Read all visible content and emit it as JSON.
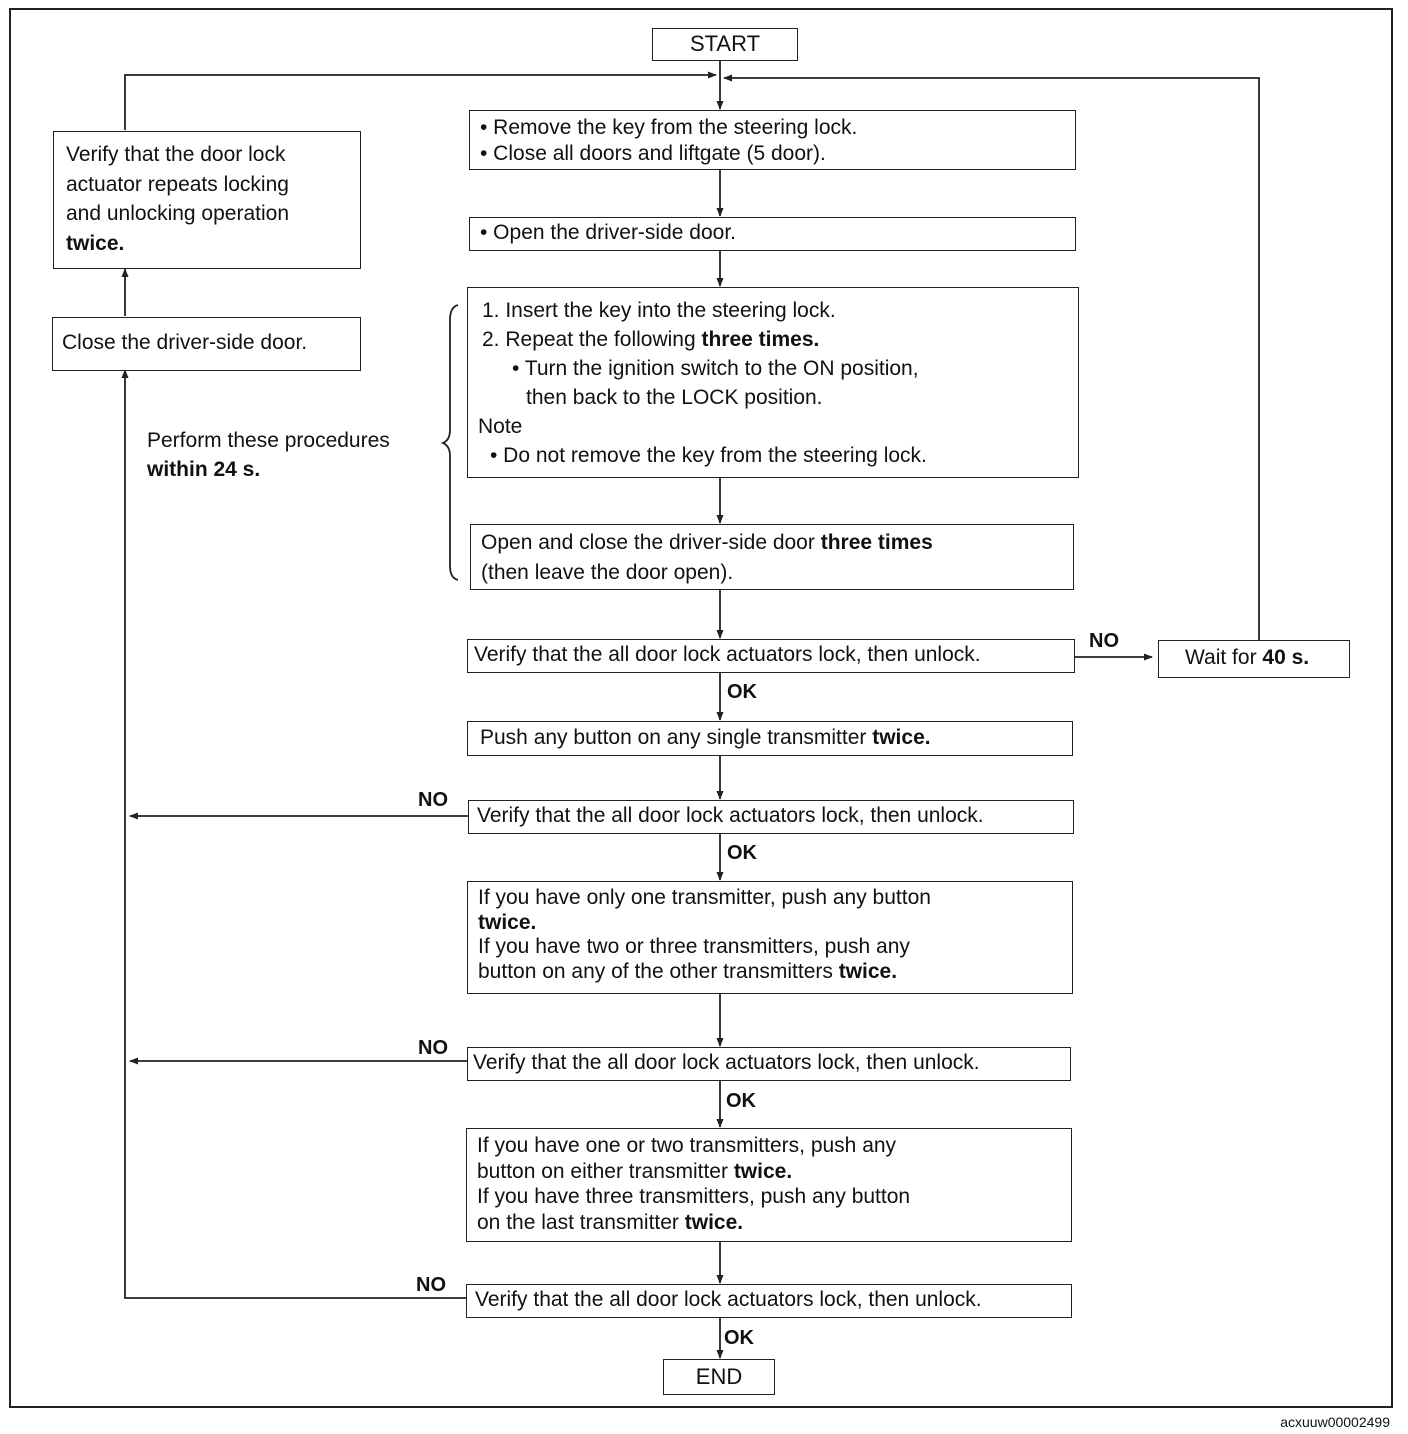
{
  "start": "START",
  "end": "END",
  "step_remove_key": {
    "line1": "• Remove the key from  the steering lock.",
    "line2": "• Close all doors and liftgate (5 door)."
  },
  "step_open_door": "• Open the driver-side door.",
  "step_insert_key": {
    "line1": "1. Insert the key into the steering lock.",
    "line2_a": "2. Repeat the following ",
    "line2_b": "three times.",
    "line3": "• Turn the ignition switch to the ON position,",
    "line4": "then back to the LOCK position.",
    "note_label": "Note",
    "note_text": "• Do not remove the key from the steering lock."
  },
  "step_open_close": {
    "line1_a": "Open and close the driver-side door ",
    "line1_b": "three times",
    "line2": "(then leave the door open)."
  },
  "verify_label": "Verify that the all door lock actuators lock, then unlock.",
  "wait": {
    "a": "Wait for ",
    "b": "40 s."
  },
  "step_push_single": {
    "a": "Push any button on any single transmitter ",
    "b": "twice."
  },
  "step_push_other": {
    "line1": "If you have only one transmitter, push any button",
    "line2": "twice.",
    "line3": "If you have two or three transmitters, push any",
    "line4_a": "button on any of the other transmitters ",
    "line4_b": "twice."
  },
  "step_push_last": {
    "line1": "If you have one or two transmitters, push any",
    "line2_a": "button on either transmitter ",
    "line2_b": "twice.",
    "line3": "If you have three transmitters, push any button",
    "line4_a": "on the last transmitter ",
    "line4_b": "twice."
  },
  "close_driver_door": "Close the driver-side door.",
  "verify_twice": {
    "line1": "Verify that the door lock",
    "line2": "actuator repeats locking",
    "line3": "and unlocking operation",
    "line4": "twice."
  },
  "time_note": {
    "line1": "Perform these procedures",
    "line2": "within 24 s."
  },
  "labels": {
    "ok": "OK",
    "no": "NO"
  },
  "figure_code": "acxuuw00002499"
}
